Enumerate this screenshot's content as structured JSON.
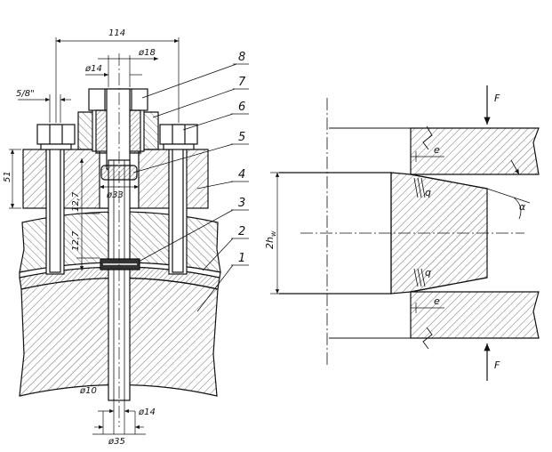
{
  "left_view": {
    "dimensions": {
      "d114": "114",
      "d18": "ø18",
      "d14_top": "ø14",
      "d58": "5/8\"",
      "d51": "51",
      "d127a": "12,7",
      "d127b": "12,7",
      "d33": "ø33",
      "d10": "ø10",
      "d14_bot": "ø14",
      "d35": "ø35"
    },
    "part_numbers": [
      "1",
      "2",
      "3",
      "4",
      "5",
      "6",
      "7",
      "8"
    ]
  },
  "right_view": {
    "labels": {
      "force_top": "F",
      "force_bottom": "F",
      "e_top": "e",
      "e_bottom": "e",
      "q_top": "q",
      "q_bottom": "q",
      "alpha": "α",
      "height": "2h",
      "height_sub": "w"
    }
  }
}
